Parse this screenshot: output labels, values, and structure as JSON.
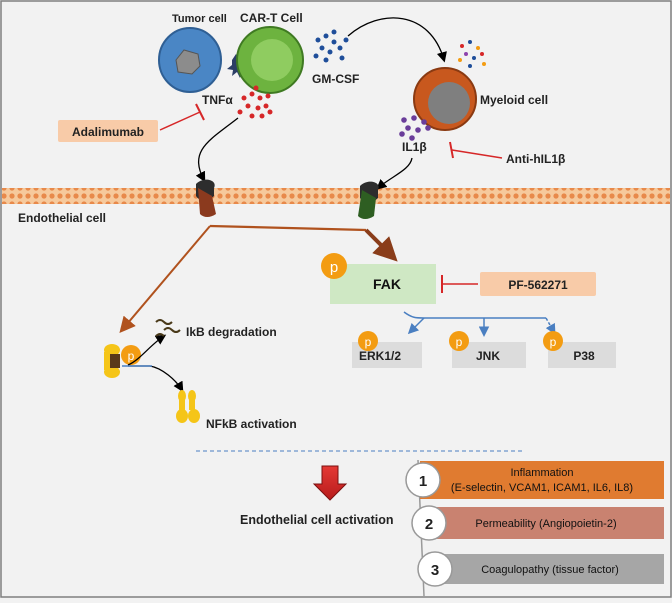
{
  "cells": {
    "tumor": "Tumor cell",
    "cart": "CAR-T Cell",
    "myeloid": "Myeloid cell",
    "endothelial": "Endothelial cell"
  },
  "cytokines": {
    "tnfa": "TNFα",
    "gmcsf": "GM-CSF",
    "il1b": "IL1β"
  },
  "inhibitors": {
    "adalimumab": "Adalimumab",
    "anti_il1b": "Anti-hIL1β",
    "pf": "PF-562271"
  },
  "signaling": {
    "phospho": "p",
    "fak": "FAK",
    "erk": "ERK1/2",
    "jnk": "JNK",
    "p38": "P38",
    "ikb": "IkB degradation",
    "nfkb": "NFkB activation"
  },
  "activation": {
    "label": "Endothelial cell activation",
    "items": [
      {
        "num": "1",
        "line1": "Inflammation",
        "line2": "(E-selectin, VCAM1, ICAM1, IL6, IL8)"
      },
      {
        "num": "2",
        "line1": "Permeability (Angiopoietin-2)"
      },
      {
        "num": "3",
        "line1": "Coagulopathy (tissue factor)"
      }
    ]
  },
  "colors": {
    "tumor": "#4a86c5",
    "cart": "#6db33f",
    "myeloid": "#c8581e",
    "phospho": "#f39c12",
    "inhibitor": "#d62728",
    "label_box": "#f8cba8",
    "fak_box": "#cfe8c4",
    "item1": "#e07b30",
    "item2": "#c98270",
    "item3": "#a6a6a6"
  }
}
